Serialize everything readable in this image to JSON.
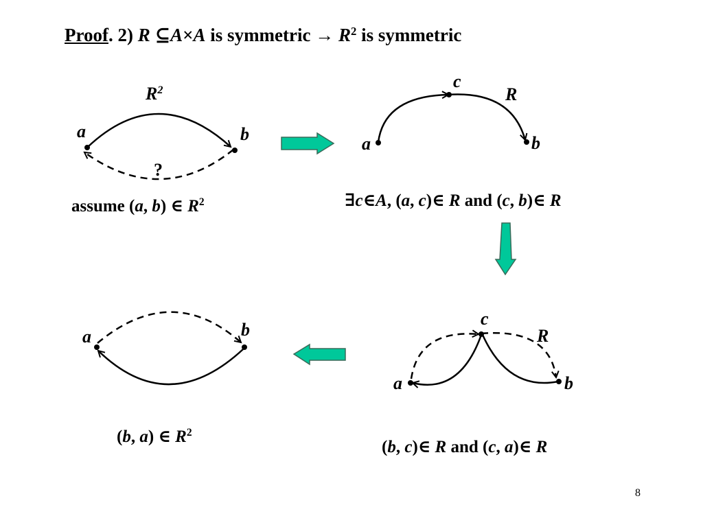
{
  "title": {
    "proof": "Proof",
    "num": ". 2) ",
    "R": "R",
    "sub": " ⊆",
    "A1": "A",
    "times": "×",
    "A2": "A",
    "sym1": " is symmetric ",
    "arrow": "→",
    "R2": " R",
    "sup": "2",
    "sym2": " is symmetric"
  },
  "panel1": {
    "top_label_R": "R",
    "top_label_sup": "2",
    "node_a": "a",
    "node_b": "b",
    "question": "?",
    "caption": {
      "pre": "assume (",
      "a": "a",
      "comma": ", ",
      "b": "b",
      "post": ") ∈ ",
      "R": "R",
      "sup": "2"
    }
  },
  "panel2": {
    "node_c": "c",
    "rel_label": "R",
    "node_a": "a",
    "node_b": "b",
    "caption": {
      "exists": "∃",
      "c1": "c",
      "in1": "∈",
      "A": "A",
      "p1": ", (",
      "a": "a",
      "cm1": ", ",
      "c2": "c",
      "p2": ")∈ ",
      "R1": "R",
      "and": " and (",
      "c3": "c",
      "cm2": ", ",
      "b": "b",
      "p3": ")∈ ",
      "R2": "R"
    }
  },
  "panel3": {
    "node_c": "c",
    "rel_label": "R",
    "node_a": "a",
    "node_b": "b",
    "caption": {
      "p0": "(",
      "b": "b",
      "cm1": ", ",
      "c1": "c",
      "p1": ")∈ ",
      "R1": "R",
      "and": " and (",
      "c2": "c",
      "cm2": ", ",
      "a": "a",
      "p2": ")∈ ",
      "R2": "R"
    }
  },
  "panel4": {
    "node_a": "a",
    "node_b": "b",
    "caption": {
      "p0": "(",
      "b": "b",
      "cm": ", ",
      "a": "a",
      "p1": ") ∈ ",
      "R": "R",
      "sup": "2"
    }
  },
  "colors": {
    "arrow_fill": "#00c89a",
    "arrow_stroke": "#3a6b5a",
    "ink": "#000000"
  },
  "page_number": "8"
}
